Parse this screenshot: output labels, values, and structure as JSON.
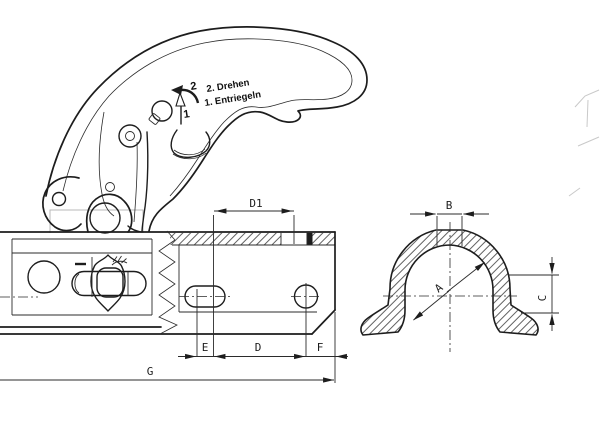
{
  "meta": {
    "drawing_type": "trailer coupling technical drawing",
    "background_color": "#ffffff",
    "ink_color": "#1d1d1d",
    "ghost_line_color": "#b8b8b8"
  },
  "instructions": {
    "num2": "2",
    "num1": "1",
    "step2": "2. Drehen",
    "step1": "1. Entriegeln"
  },
  "dimensions": {
    "d1": "D1",
    "e": "E",
    "d": "D",
    "f": "F",
    "g": "G",
    "b": "B",
    "a": "A",
    "c": "C"
  }
}
